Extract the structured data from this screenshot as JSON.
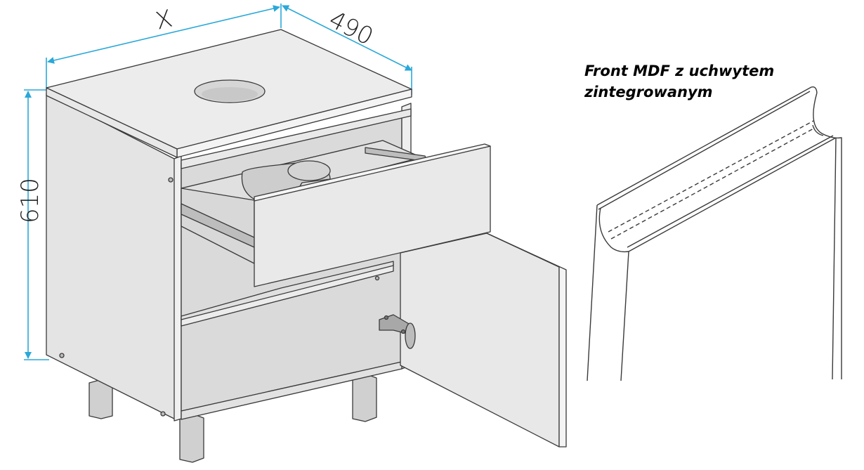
{
  "dimensions": {
    "width_label": "X",
    "depth_label": "490",
    "height_label": "610"
  },
  "caption": {
    "line1": "Front MDF z uchwytem",
    "line2": "zintegrowanym"
  },
  "colors": {
    "dimension_line": "#2aa8d8",
    "outline": "#3a3a3a",
    "panel_fill": "#e6e6e6",
    "shadow_fill": "#cfcfcf"
  }
}
